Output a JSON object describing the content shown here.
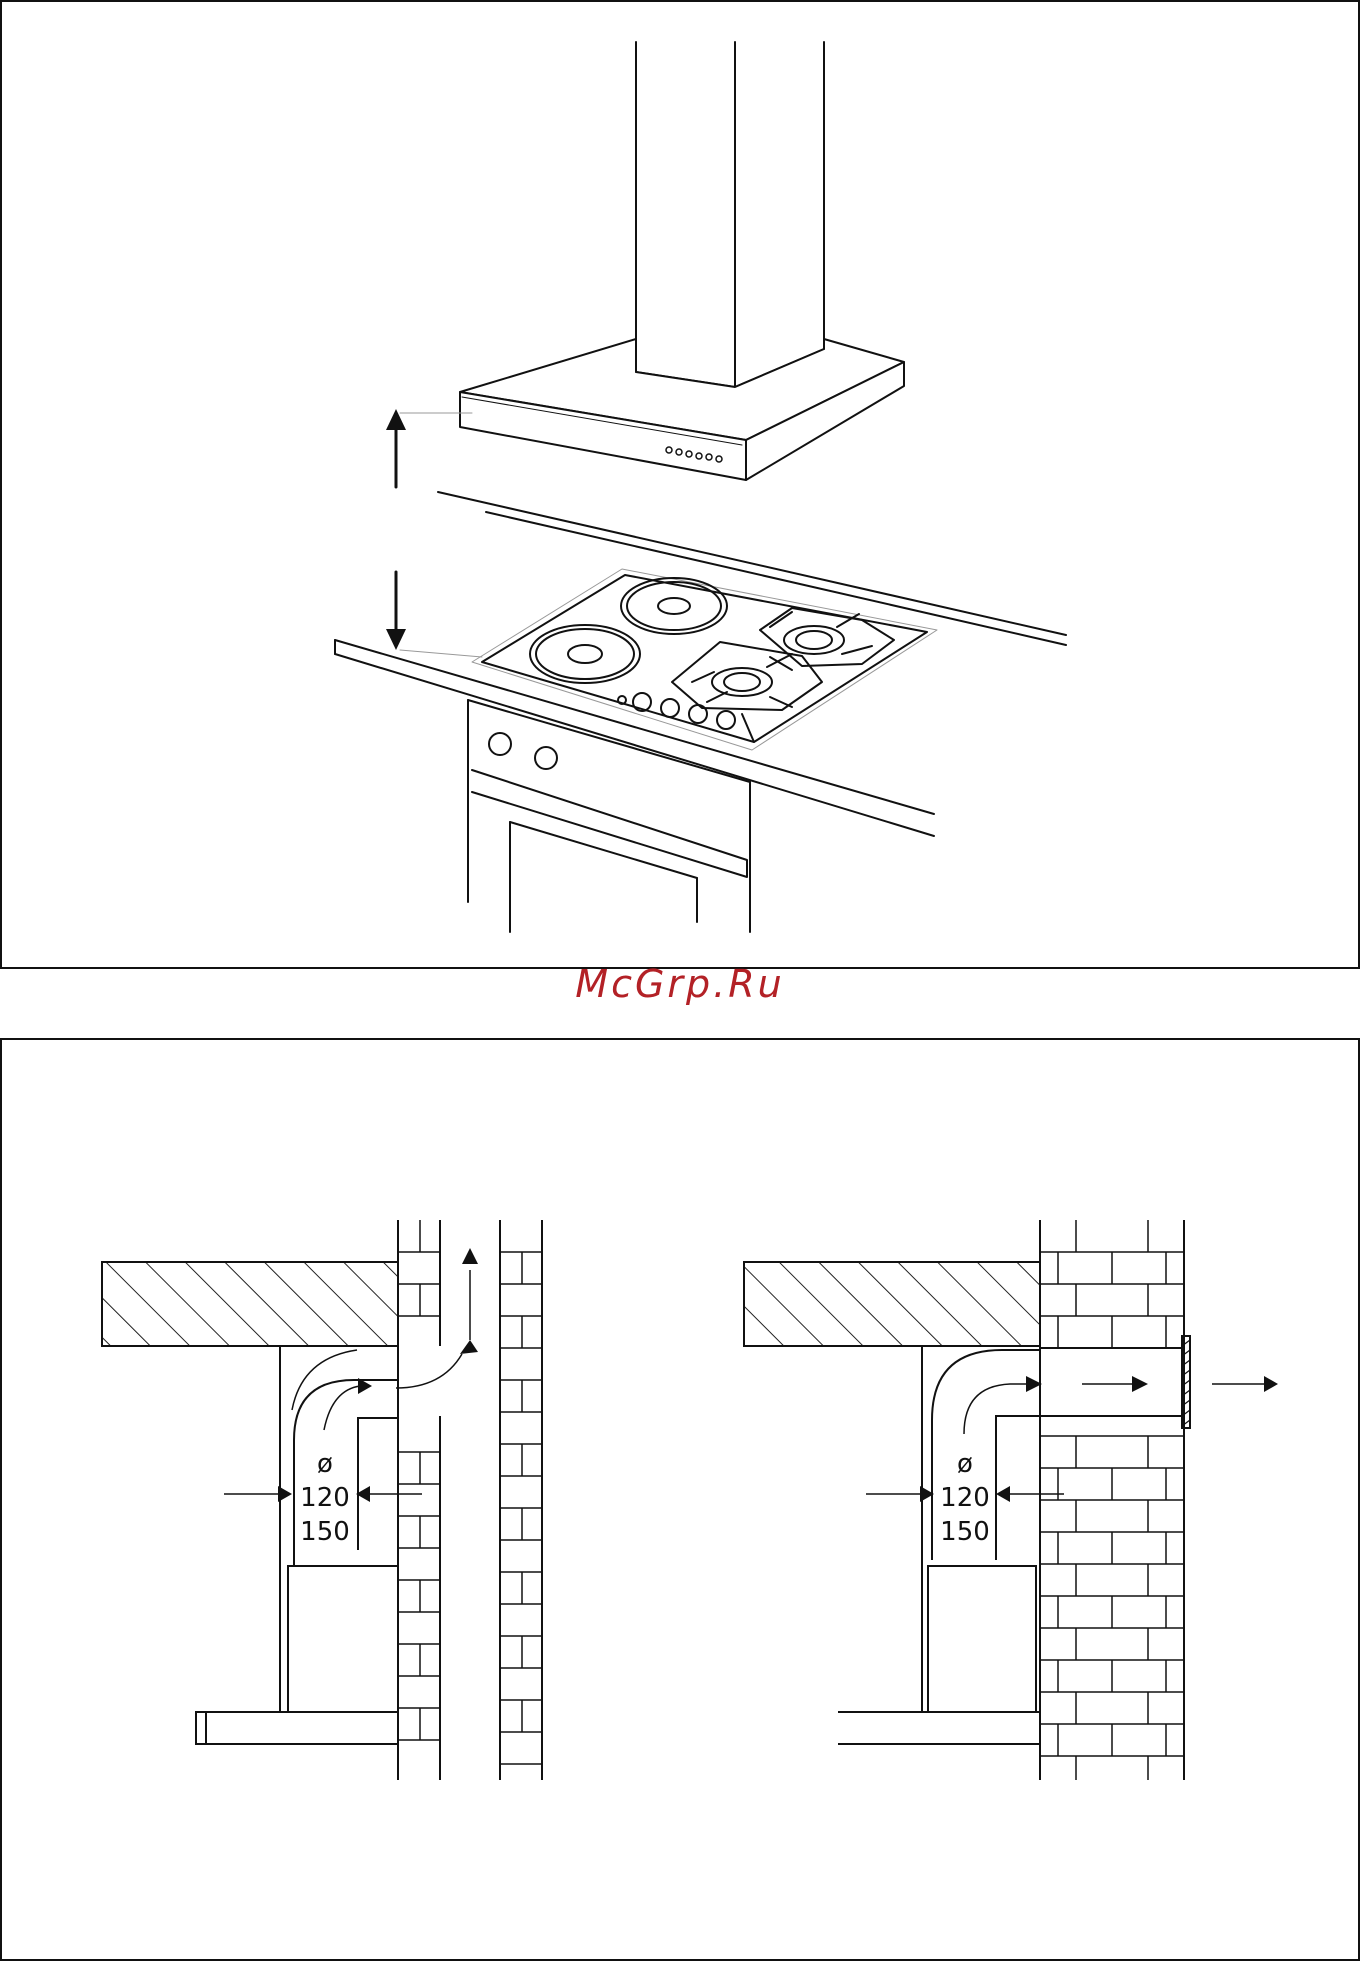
{
  "watermark": {
    "text": "McGrp.Ru",
    "color": "#b32126"
  },
  "left_diagram": {
    "diameter_symbol": "ø",
    "diameter_values": [
      "120",
      "150"
    ]
  },
  "right_diagram": {
    "diameter_symbol": "ø",
    "diameter_values": [
      "120",
      "150"
    ]
  },
  "colors": {
    "line": "#111111",
    "hatch": "#222222",
    "background": "#ffffff"
  }
}
